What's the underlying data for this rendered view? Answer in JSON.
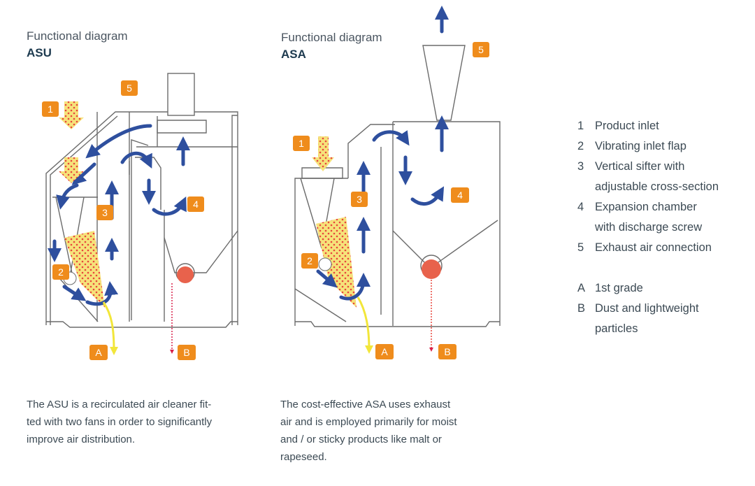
{
  "diagrams": [
    {
      "id": "asu",
      "heading": "Functional diagram",
      "model": "ASU",
      "description": "The ASU is a recirculated air cleaner fit-ted with two fans in order to significantly improve air distribution.",
      "description_lines": [
        "The ASU is a recirculated air cleaner fit-",
        "ted with two fans in order to significantly",
        "improve air distribution."
      ],
      "markers": [
        "1",
        "2",
        "3",
        "4",
        "5",
        "A",
        "B"
      ]
    },
    {
      "id": "asa",
      "heading": "Functional diagram",
      "model": "ASA",
      "description_lines": [
        "The cost-effective ASA uses exhaust",
        "air and is employed primarily for moist",
        "and / or sticky products like malt or",
        "rapeseed."
      ],
      "markers": [
        "1",
        "2",
        "3",
        "4",
        "5",
        "A",
        "B"
      ]
    }
  ],
  "legend": {
    "items": [
      {
        "key": "1",
        "lines": [
          "Product inlet"
        ]
      },
      {
        "key": "2",
        "lines": [
          "Vibrating inlet flap"
        ]
      },
      {
        "key": "3",
        "lines": [
          "Vertical sifter with",
          "adjustable cross-section"
        ]
      },
      {
        "key": "4",
        "lines": [
          "Expansion chamber",
          "with discharge screw"
        ]
      },
      {
        "key": "5",
        "lines": [
          "Exhaust air connection"
        ]
      }
    ],
    "outputs": [
      {
        "key": "A",
        "lines": [
          "1st grade"
        ]
      },
      {
        "key": "B",
        "lines": [
          "Dust and lightweight",
          "particles"
        ]
      }
    ]
  },
  "colors": {
    "badge": "#ef8c1c",
    "air_flow": "#2e4f9e",
    "product": "#f3d54a",
    "dust": "#e8453c",
    "outline": "#6b6b6b"
  }
}
